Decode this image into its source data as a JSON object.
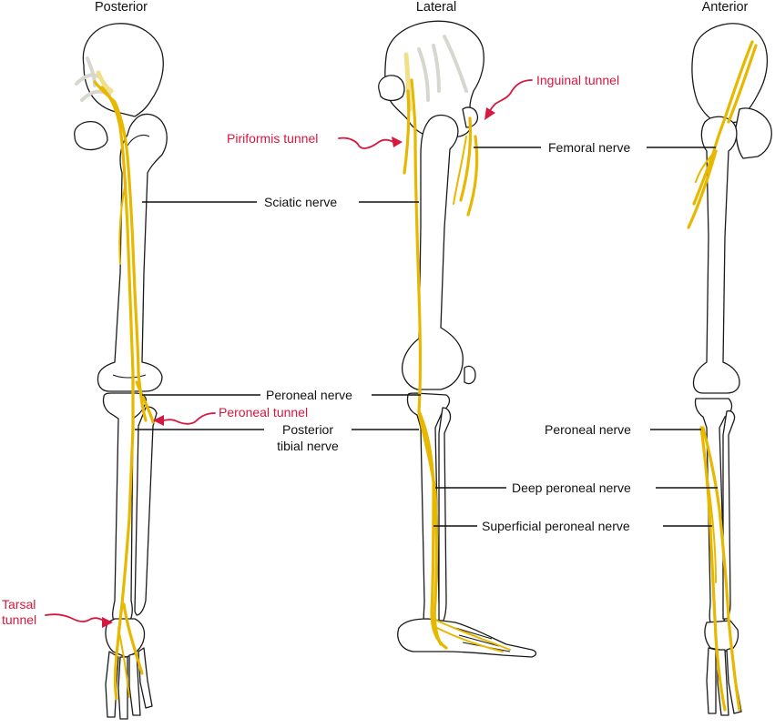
{
  "views": {
    "posterior": "Posterior",
    "lateral": "Lateral",
    "anterior": "Anterior"
  },
  "labels": {
    "sciatic_nerve": "Sciatic nerve",
    "femoral_nerve": "Femoral nerve",
    "peroneal_nerve": "Peroneal nerve",
    "posterior_tibial_line1": "Posterior",
    "posterior_tibial_line2": "tibial nerve",
    "peroneal_nerve_anterior": "Peroneal nerve",
    "deep_peroneal_nerve": "Deep peroneal nerve",
    "superficial_peroneal_nerve": "Superficial peroneal nerve"
  },
  "tunnels": {
    "piriformis": "Piriformis tunnel",
    "inguinal": "Inguinal tunnel",
    "peroneal": "Peroneal tunnel",
    "tarsal_line1": "Tarsal",
    "tarsal_line2": "tunnel"
  },
  "colors": {
    "nerve": "#e6b800",
    "tunnel_label": "#d6173f",
    "outline": "#1a1a1a"
  }
}
